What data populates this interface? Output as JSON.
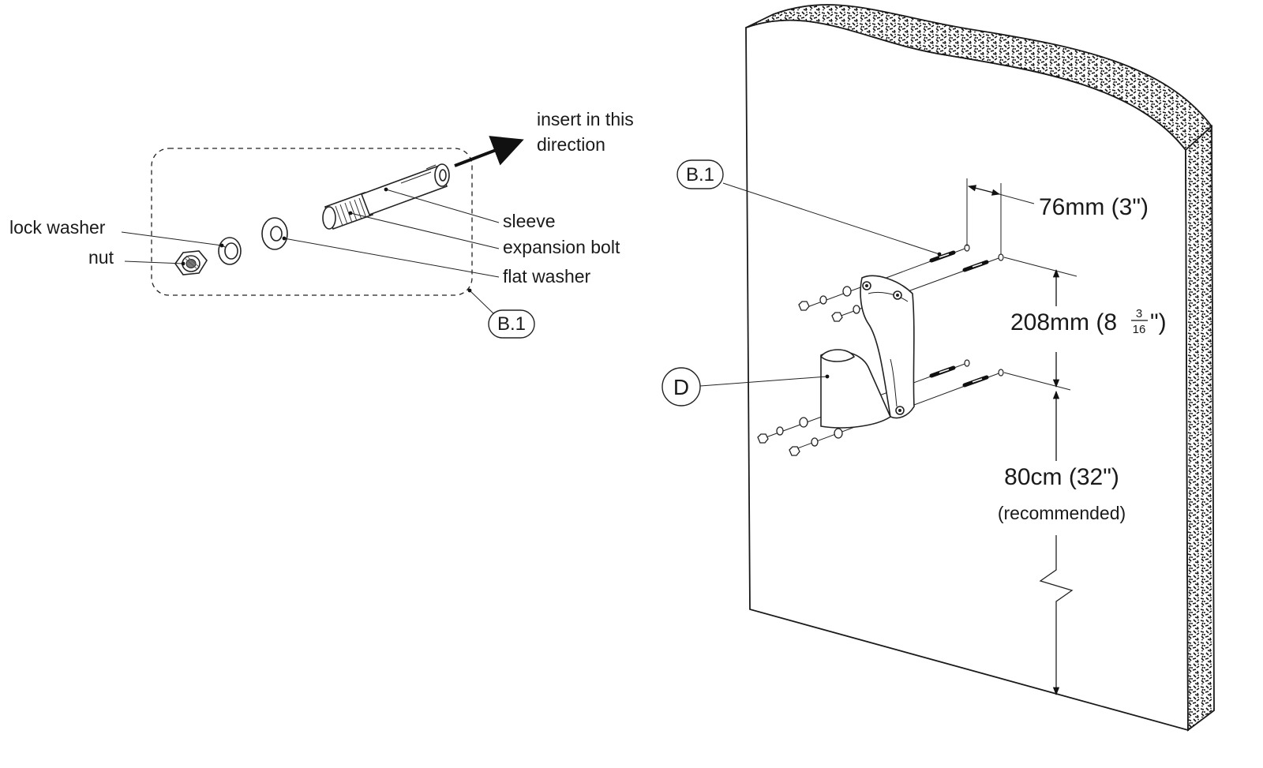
{
  "detail": {
    "labels": {
      "lock_washer": "lock washer",
      "nut": "nut",
      "sleeve": "sleeve",
      "expansion_bolt": "expansion bolt",
      "flat_washer": "flat washer",
      "direction_line1": "insert in this",
      "direction_line2": "direction"
    },
    "callout": "B.1"
  },
  "wall": {
    "callout_bolt": "B.1",
    "callout_bracket": "D",
    "dim_horizontal": "76mm (3\")",
    "dim_vertical_main": "208mm (8",
    "dim_vertical_frac_num": "3",
    "dim_vertical_frac_den": "16",
    "dim_vertical_close": "\")",
    "dim_height": "80cm (32\")",
    "dim_height_note": "(recommended)"
  },
  "colors": {
    "line": "#222222",
    "background": "#ffffff",
    "wall_edge": "#1a1a1a"
  }
}
